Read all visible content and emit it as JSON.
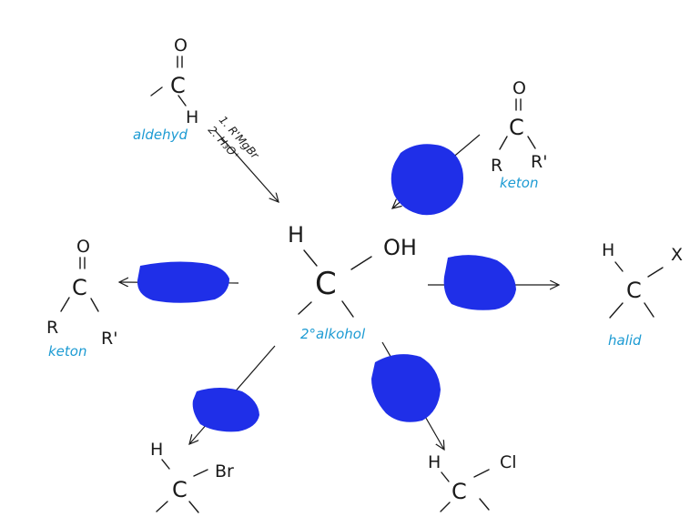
{
  "center": {
    "h": "H",
    "c": "C",
    "oh": "OH",
    "label": "2°alkohol"
  },
  "aldehyde": {
    "o": "O",
    "c": "C",
    "h": "H",
    "label": "aldehyd",
    "reagent1": "1. R'MgBr",
    "reagent2": "2. H₃O⁺"
  },
  "ketone_top": {
    "o": "O",
    "c": "C",
    "r": "R",
    "r2": "R'",
    "label": "keton"
  },
  "ketone_left": {
    "o": "O",
    "c": "C",
    "r": "R",
    "r2": "R'",
    "label": "keton"
  },
  "halide": {
    "h": "H",
    "c": "C",
    "x": "X",
    "label": "halid"
  },
  "bromide": {
    "h": "H",
    "c": "C",
    "br": "Br"
  },
  "chloride": {
    "h": "H",
    "c": "C",
    "cl": "Cl"
  },
  "colors": {
    "label": "#1d9bd3",
    "scribble": "#1f2fe8",
    "ink": "#1a1a1a"
  }
}
